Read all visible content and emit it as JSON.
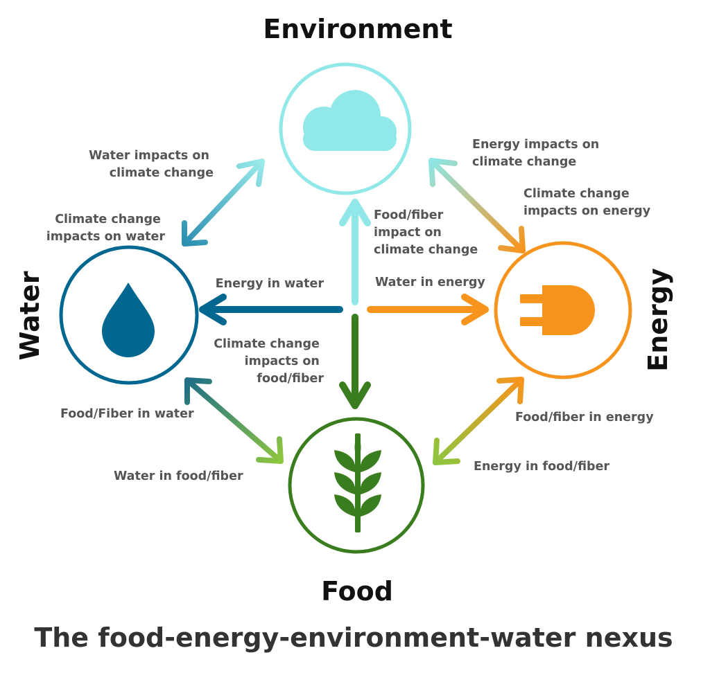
{
  "caption": "The food-energy-environment-water nexus",
  "nodes": {
    "environment": {
      "title": "Environment",
      "color": "#90e8e8",
      "icon": "cloud-icon"
    },
    "water": {
      "title": "Water",
      "color": "#006790",
      "icon": "water-drop-icon"
    },
    "energy": {
      "title": "Energy",
      "color": "#f7941d",
      "icon": "plug-icon"
    },
    "food": {
      "title": "Food",
      "color": "#3a7d1e",
      "icon": "wheat-icon"
    }
  },
  "links": {
    "water_to_environment": {
      "line1": "Water impacts on",
      "line2": "climate change"
    },
    "environment_to_water": {
      "line1": "Climate change",
      "line2": "impacts on water"
    },
    "energy_to_environment": {
      "line1": "Energy impacts on",
      "line2": "climate change"
    },
    "environment_to_energy": {
      "line1": "Climate change",
      "line2": "impacts on energy"
    },
    "food_to_environment": {
      "line1": "Food/fiber",
      "line2": "impact on",
      "line3": "climate change"
    },
    "energy_in_water": {
      "line1": "Energy in water"
    },
    "water_in_energy": {
      "line1": "Water in energy"
    },
    "climate_to_food": {
      "line1": "Climate change",
      "line2": "impacts on",
      "line3": "food/fiber"
    },
    "food_in_water": {
      "line1": "Food/Fiber in water"
    },
    "water_in_food": {
      "line1": "Water in food/fiber"
    },
    "food_in_energy": {
      "line1": "Food/fiber in energy"
    },
    "energy_in_food": {
      "line1": "Energy in food/fiber"
    }
  },
  "colors": {
    "label_text": "#555555",
    "title_text": "#111111",
    "caption_text": "#333333",
    "water_env_gradient": [
      "#2b8fb0",
      "#9aeaea"
    ],
    "energy_env_gradient": [
      "#8ee6e6",
      "#f7941d"
    ],
    "water_food_gradient": [
      "#1f6f86",
      "#8dc63f"
    ],
    "energy_food_gradient": [
      "#f7941d",
      "#8dc63f"
    ]
  }
}
